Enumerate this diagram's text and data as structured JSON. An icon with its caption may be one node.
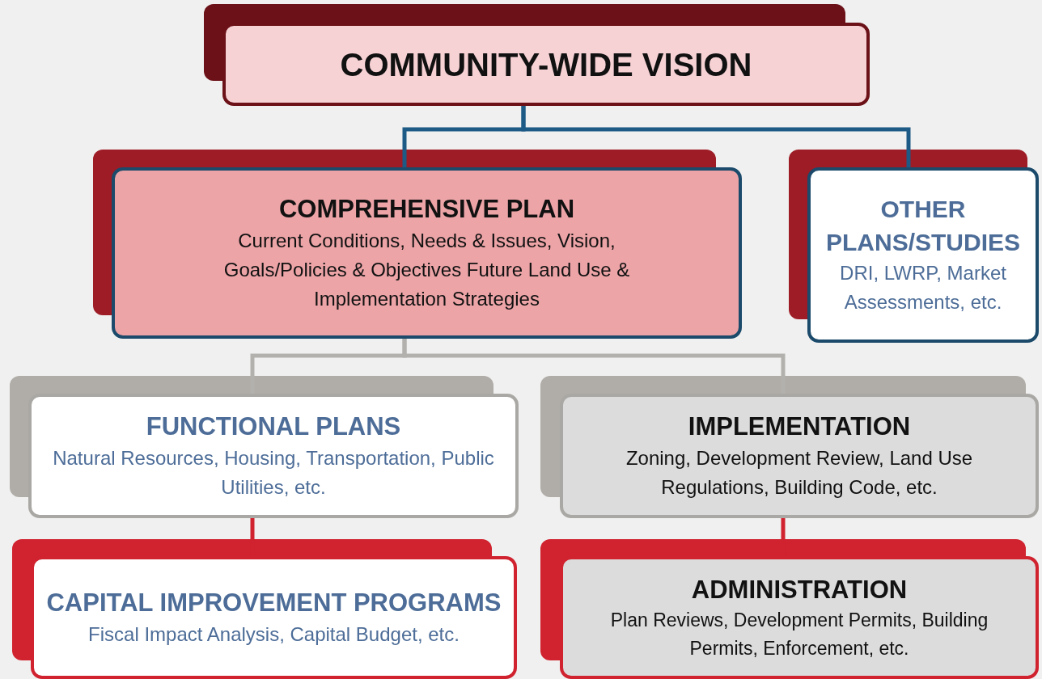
{
  "diagram": {
    "nodes": [
      {
        "text": [
          "COMMUNITY-WIDE VISION"
        ]
      },
      {
        "text": [
          "COMPREHENSIVE PLAN",
          "Current Conditions, Needs & Issues, Vision, Goals/Policies & Objectives Future Land Use & Implementation Strategies"
        ]
      },
      {
        "text": [
          "OTHER PLANS/STUDIES",
          "DRI, LWRP, Market Assessments, etc."
        ]
      },
      {
        "text": [
          "FUNCTIONAL PLANS",
          "Natural Resources, Housing, Transportation, Public Utilities, etc."
        ]
      },
      {
        "text": [
          "IMPLEMENTATION",
          "Zoning, Development Review, Land Use Regulations, Building Code, etc."
        ]
      },
      {
        "text": [
          "CAPITAL IMPROVEMENT PROGRAMS",
          "Fiscal Impact Analysis, Capital Budget, etc."
        ]
      },
      {
        "text": [
          "ADMINISTRATION",
          "Plan Reviews, Development Permits, Building Permits, Enforcement, etc."
        ]
      }
    ],
    "edges": [
      {
        "from": 0,
        "to": 1,
        "arrow": "none",
        "color": "#1d5a85"
      },
      {
        "from": 0,
        "to": 2,
        "arrow": "none",
        "color": "#1d5a85"
      },
      {
        "from": 1,
        "to": 3,
        "arrow": "none",
        "color": "#b3b1ad"
      },
      {
        "from": 1,
        "to": 4,
        "arrow": "none",
        "color": "#b3b1ad"
      },
      {
        "from": 3,
        "to": 5,
        "arrow": "none",
        "color": "#d0232f"
      },
      {
        "from": 4,
        "to": 6,
        "arrow": "none",
        "color": "#d0232f"
      }
    ]
  }
}
